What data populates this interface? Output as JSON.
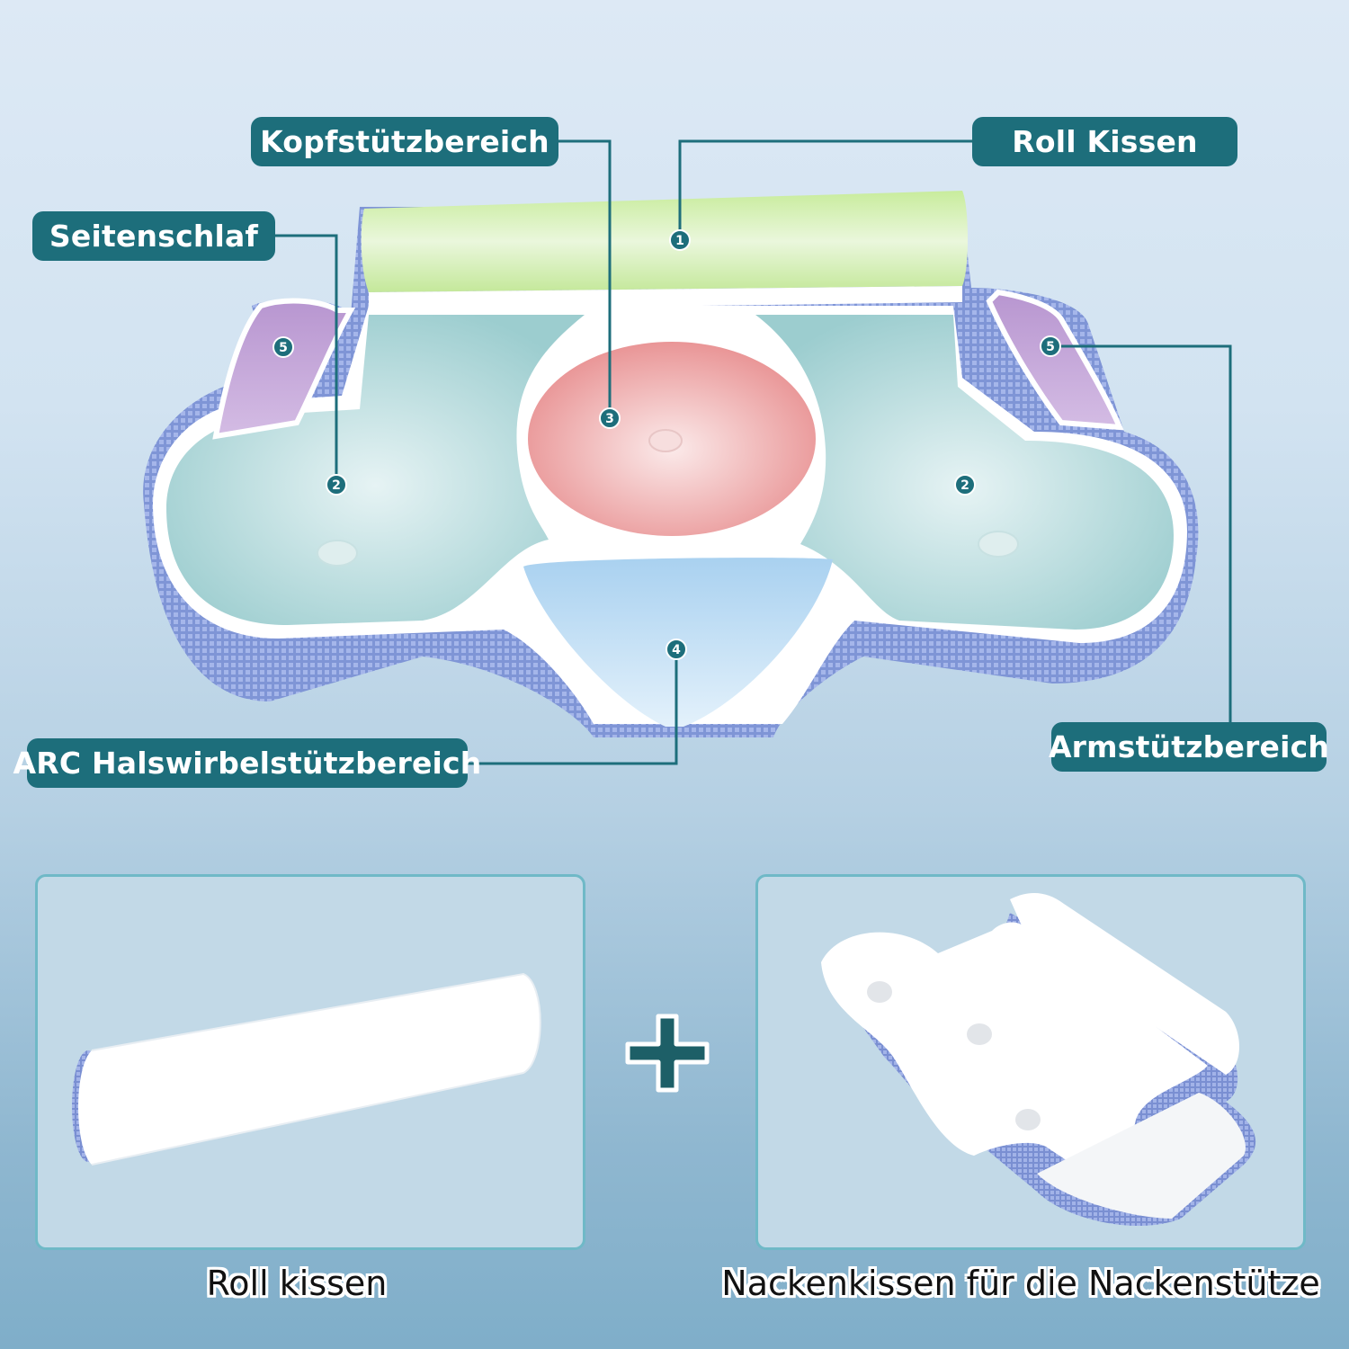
{
  "diagram": {
    "labels": {
      "kopfstuetz": "Kopfstützbereich",
      "roll_kissen": "Roll Kissen",
      "seitenschlaf": "Seitenschlaf",
      "arc": "ARC Halswirbelstützbereich",
      "armstuetz": "Armstützbereich"
    },
    "markers": {
      "m1": "1",
      "m2_left": "2",
      "m2_right": "2",
      "m3": "3",
      "m4": "4",
      "m5_left": "5",
      "m5_right": "5"
    },
    "colors": {
      "label_bg": "#1d6e7b",
      "roll_zone": "#d5f0b8",
      "side_zone": "#bfe0e2",
      "head_zone": "#eea9a8",
      "neck_zone": "#bcdcf2",
      "arm_zone": "#c7a6d8",
      "mesh": "#7d94d6"
    }
  },
  "bottom": {
    "plus_icon": "+",
    "captions": {
      "left": "Roll kissen",
      "right": "Nackenkissen für die Nackenstütze"
    }
  }
}
